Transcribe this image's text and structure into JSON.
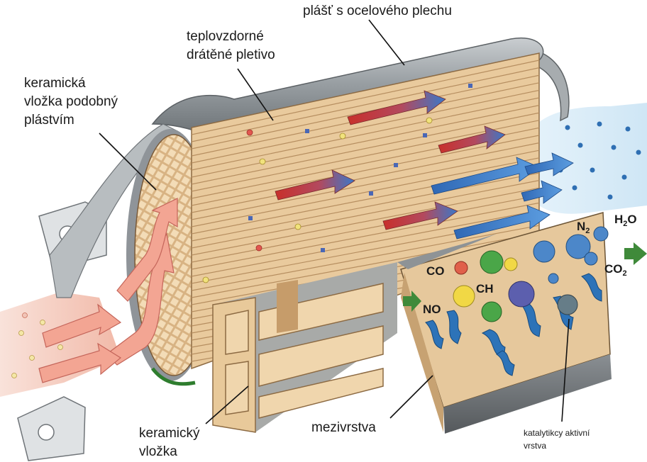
{
  "labels": {
    "plast": "plášť s ocelového plechu",
    "pletivo_1": "teplovzdorné",
    "pletivo_2": "drátěné pletivo",
    "vlozka_plast_1": "keramická",
    "vlozka_plast_2": "vložka podobný",
    "vlozka_plast_3": "plástvím",
    "keramicky_1": "keramický",
    "keramicky_2": "vložka",
    "mezivrstva": "mezivrstva",
    "katalyt_1": "katalytikcy aktivní",
    "katalyt_2": "vrstva"
  },
  "molecules": {
    "co": "CO",
    "ch": "CH",
    "no": "NO",
    "n2": "N",
    "n2_sub": "2",
    "h2o_h": "H",
    "h2o_sub": "2",
    "h2o_o": "O",
    "co2": "CO",
    "co2_sub": "2"
  },
  "colors": {
    "shell": "#9ea4a8",
    "shell_dark": "#6f767b",
    "ceramic": "#e4c59a",
    "ceramic_dark": "#b8895a",
    "mesh": "#2e7d2e",
    "hot_arrow": "#d8413a",
    "cool_arrow": "#3a78c9",
    "gas": "#cfe8f6",
    "inlet_flow": "#f2b5a6",
    "catalyst_blue": "#2d73b8",
    "green_arrow": "#3f8a3a"
  }
}
